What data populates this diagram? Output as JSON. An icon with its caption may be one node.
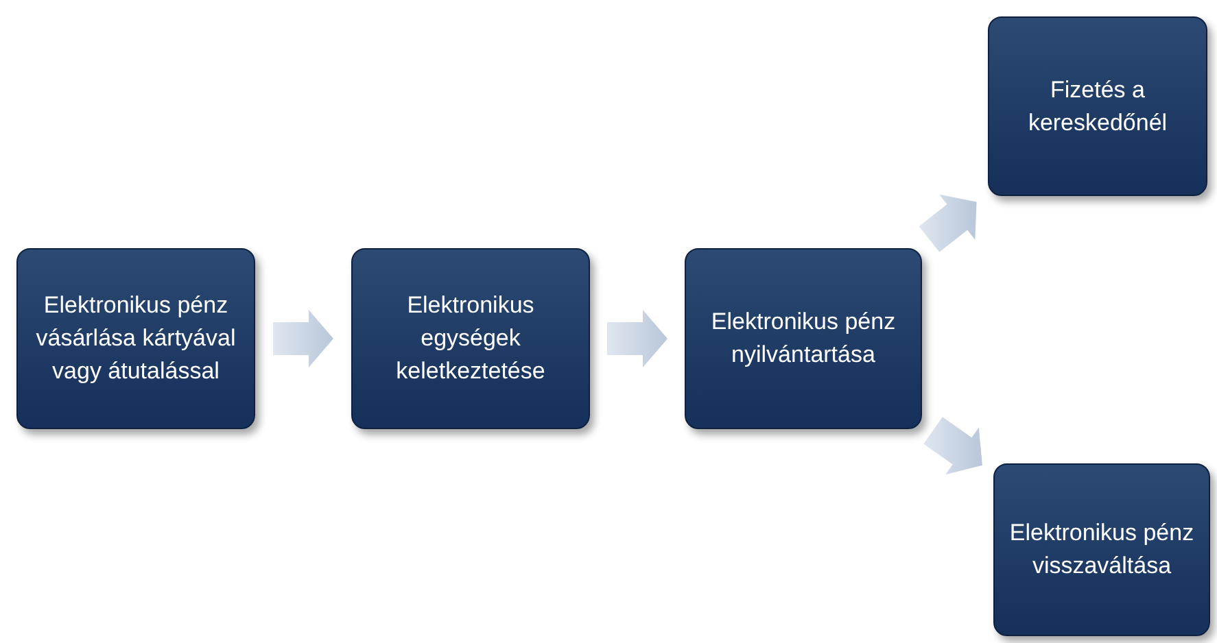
{
  "diagram": {
    "nodes": [
      {
        "text": [
          "Elektronikus pénz vásárlása kártyával vagy átutalással"
        ]
      },
      {
        "text": [
          "Elektronikus egységek keletkeztetése"
        ]
      },
      {
        "text": [
          "Elektronikus pénz nyilvántartása"
        ]
      },
      {
        "text": [
          "Fizetés a kereskedőnél"
        ]
      },
      {
        "text": [
          "Elektronikus pénz visszaváltása"
        ]
      }
    ],
    "edges": [
      {
        "from": 0,
        "to": 1,
        "arrow": "to"
      },
      {
        "from": 1,
        "to": 2,
        "arrow": "to"
      },
      {
        "from": 2,
        "to": 3,
        "arrow": "to"
      },
      {
        "from": 2,
        "to": 4,
        "arrow": "to"
      }
    ]
  }
}
